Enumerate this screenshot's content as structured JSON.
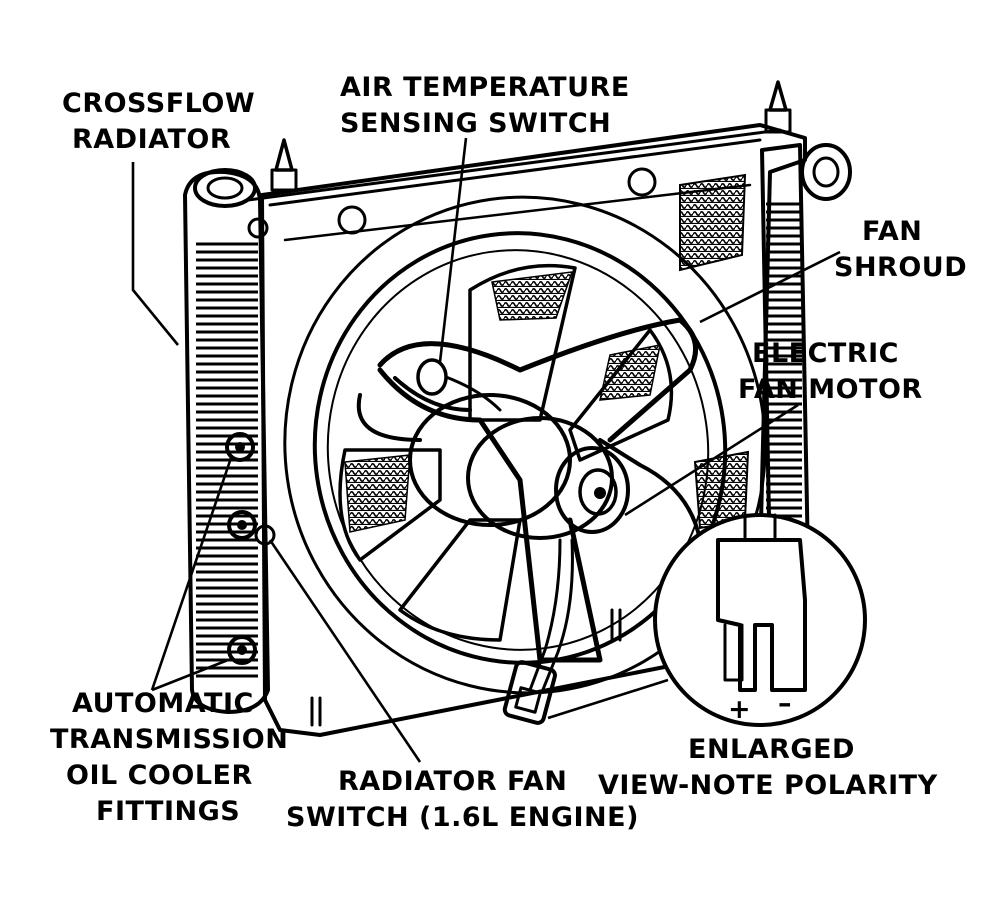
{
  "labels": {
    "crossflow_radiator": [
      "CROSSFLOW",
      "RADIATOR"
    ],
    "air_temp_switch": [
      "AIR TEMPERATURE",
      "SENSING SWITCH"
    ],
    "fan_shroud": [
      "FAN",
      "SHROUD"
    ],
    "electric_fan_motor": [
      "ELECTRIC",
      "FAN MOTOR"
    ],
    "oil_cooler_fittings": [
      "AUTOMATIC",
      "TRANSMISSION",
      "OIL COOLER",
      "FITTINGS"
    ],
    "radiator_fan_switch": [
      "RADIATOR FAN",
      "SWITCH (1.6L ENGINE)"
    ],
    "enlarged_view": [
      "ENLARGED",
      "VIEW-NOTE POLARITY"
    ],
    "polarity_plus": "+",
    "polarity_minus": "–"
  },
  "colors": {
    "ink": "#000000",
    "paper": "#ffffff"
  }
}
